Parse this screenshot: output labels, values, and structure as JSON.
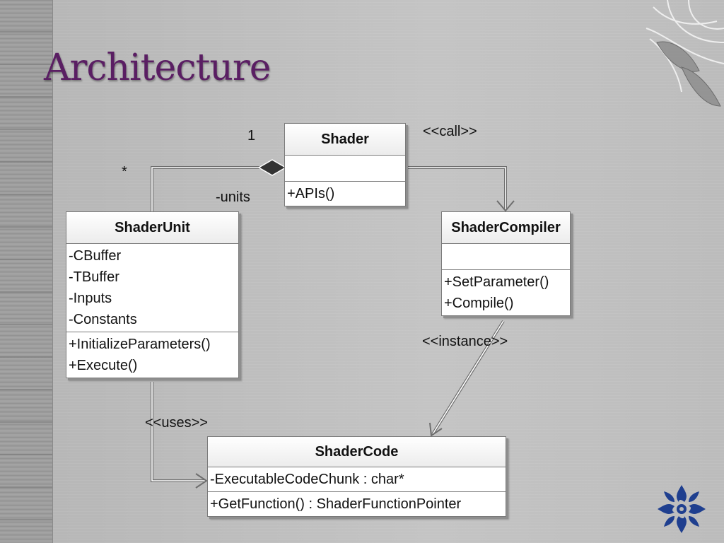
{
  "slide": {
    "title": "Architecture"
  },
  "classes": {
    "shader": {
      "name": "Shader",
      "attributes": [],
      "operations": [
        "+APIs()"
      ]
    },
    "shader_unit": {
      "name": "ShaderUnit",
      "attributes": [
        "-CBuffer",
        "-TBuffer",
        "-Inputs",
        "-Constants"
      ],
      "operations": [
        "+InitializeParameters()",
        "+Execute()"
      ]
    },
    "shader_compiler": {
      "name": "ShaderCompiler",
      "attributes": [],
      "operations": [
        "+SetParameter()",
        "+Compile()"
      ]
    },
    "shader_code": {
      "name": "ShaderCode",
      "attributes": [
        "-ExecutableCodeChunk : char*"
      ],
      "operations": [
        "+GetFunction() : ShaderFunctionPointer"
      ]
    }
  },
  "relations": {
    "composition": {
      "multiplicity_whole": "1",
      "multiplicity_part": "*",
      "role": "-units"
    },
    "call": {
      "stereotype": "<<call>>"
    },
    "instance": {
      "stereotype": "<<instance>>"
    },
    "uses": {
      "stereotype": "<<uses>>"
    }
  },
  "colors": {
    "title": "#5a1e63",
    "flower": "#1f3f8f",
    "connector": "#6e6e6e"
  }
}
